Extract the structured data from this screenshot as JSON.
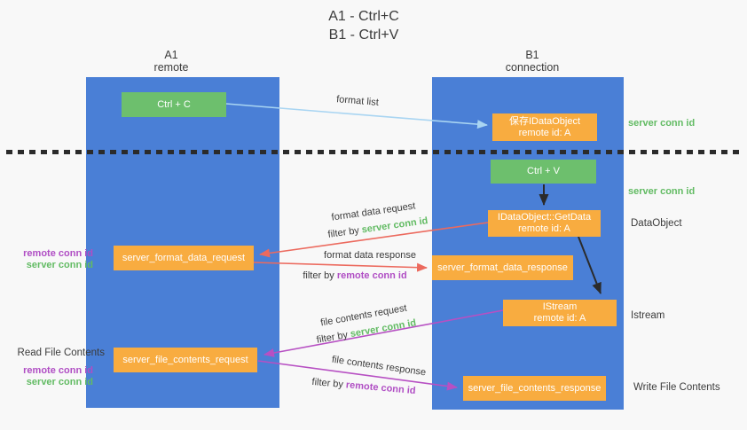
{
  "title": {
    "line1": "A1 - Ctrl+C",
    "line2": "B1 - Ctrl+V"
  },
  "columns": {
    "left": {
      "header_line1": "A1",
      "header_line2": "remote"
    },
    "right": {
      "header_line1": "B1",
      "header_line2": "connection"
    }
  },
  "nodes": {
    "ctrl_c": "Ctrl + C",
    "ctrl_v": "Ctrl + V",
    "save_idataobject": {
      "line1": "保存IDataObject",
      "line2": "remote id: A"
    },
    "getdata": {
      "line1": "IDataObject::GetData",
      "line2": "remote id: A"
    },
    "istream": {
      "line1": "IStream",
      "line2": "remote id: A"
    },
    "format_request": "server_format_data_request",
    "format_response": "server_format_data_response",
    "file_request": "server_file_contents_request",
    "file_response": "server_file_contents_response"
  },
  "arrow_labels": {
    "format_list": "format list",
    "format_request_line": "format data request",
    "format_request_filter_prefix": "filter by ",
    "format_request_filter_key": "server conn id",
    "format_response_line": "format data response",
    "format_response_filter_prefix": "filter by ",
    "format_response_filter_key": "remote conn id",
    "file_request_line": "file contents request",
    "file_request_filter_prefix": "filter by ",
    "file_request_filter_key": "server conn id",
    "file_response_line": "file contents response",
    "file_response_filter_prefix": "filter by ",
    "file_response_filter_key": "remote conn id"
  },
  "annotations": {
    "right": {
      "server_conn_id_top": "server conn id",
      "server_conn_id_mid": "server conn id",
      "dataobject": "DataObject",
      "istream": "Istream",
      "write_file_contents": "Write File Contents"
    },
    "left": {
      "remote_conn_id_top": "remote conn id",
      "server_conn_id_top": "server conn id",
      "read_file_contents": "Read File Contents",
      "remote_conn_id_bottom": "remote conn id",
      "server_conn_id_bottom": "server conn id"
    }
  },
  "colors": {
    "column_blue": "#4a7fd6",
    "node_green": "#6dbf6d",
    "node_orange": "#f8ac40",
    "arrow_lightblue": "#a9d5f2",
    "arrow_red": "#ec6a5e",
    "arrow_magenta": "#b750c3",
    "arrow_black": "#2b2b2b",
    "text_green": "#62bb63",
    "text_purple": "#b04ec4",
    "text_dark": "#3b3b3b"
  }
}
